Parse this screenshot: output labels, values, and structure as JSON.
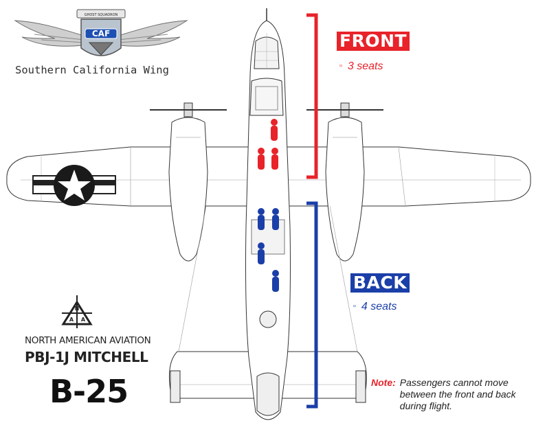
{
  "logo": {
    "squadron_text": "GHOST SQUADRON",
    "badge_text": "CAF",
    "wing_name": "Southern California Wing"
  },
  "sections": {
    "front": {
      "title": "FRONT",
      "seats": "3 seats",
      "color": "#e8232a",
      "passengers": 3
    },
    "back": {
      "title": "BACK",
      "seats": "4 seats",
      "color": "#1b3fa8",
      "passengers": 4
    }
  },
  "aircraft": {
    "maker_logo_letters": [
      "N",
      "A",
      "A"
    ],
    "maker": "NORTH AMERICAN AVIATION",
    "model": "PBJ-1J MITCHELL",
    "designation": "B-25"
  },
  "note": {
    "label": "Note:",
    "text": "Passengers cannot move between the front and back during flight."
  },
  "colors": {
    "front_accent": "#e8232a",
    "back_accent": "#1b3fa8",
    "line_art": "#333333"
  }
}
